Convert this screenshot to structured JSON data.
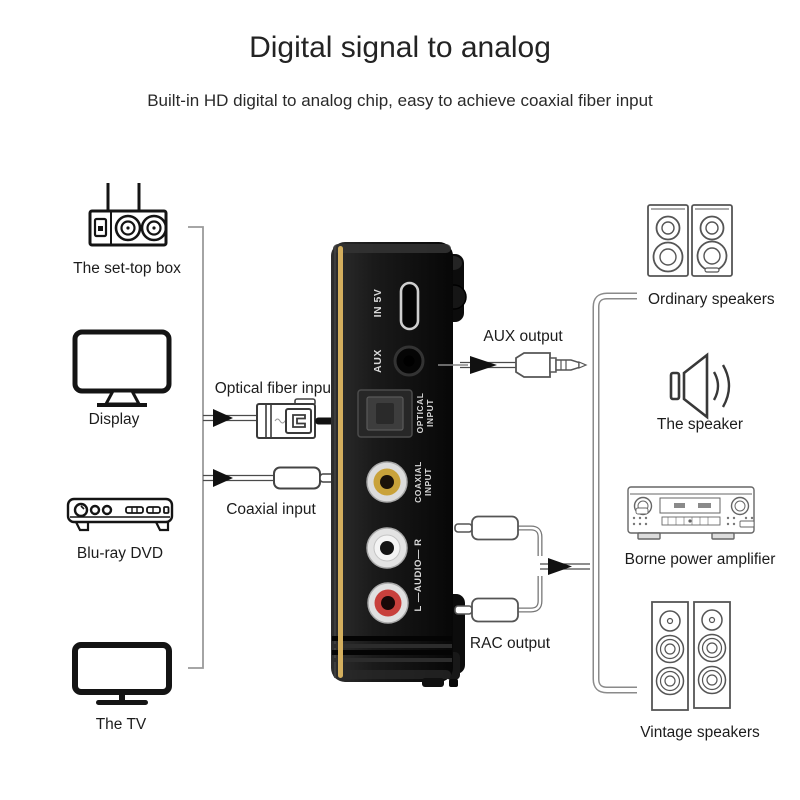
{
  "title": "Digital signal to analog",
  "subtitle": "Built-in HD digital to analog chip, easy to achieve coaxial fiber input",
  "colors": {
    "title_text": "#232323",
    "gold": "#d4af5e",
    "rca_yellow": "#c9a23a",
    "rca_white": "#f4f4f4",
    "rca_red": "#c8403c"
  },
  "sources": [
    {
      "label": "The set-top box"
    },
    {
      "label": "Display"
    },
    {
      "label": "Blu-ray DVD"
    },
    {
      "label": "The TV"
    }
  ],
  "inputs": [
    {
      "label": "Optical fiber input"
    },
    {
      "label": "Coaxial input"
    }
  ],
  "outputs": [
    {
      "label": "AUX output"
    },
    {
      "label": "RAC output"
    }
  ],
  "destinations": [
    {
      "label": "Ordinary speakers"
    },
    {
      "label": "The speaker"
    },
    {
      "label": "Borne power amplifier"
    },
    {
      "label": "Vintage speakers"
    }
  ],
  "device": {
    "ports": {
      "power": "IN 5V",
      "aux": "AUX",
      "optical_line1": "OPTICAL",
      "optical_line2": "INPUT",
      "coaxial_line1": "COAXIAL",
      "coaxial_line2": "INPUT",
      "audio": "L —AUDIO— R"
    }
  }
}
